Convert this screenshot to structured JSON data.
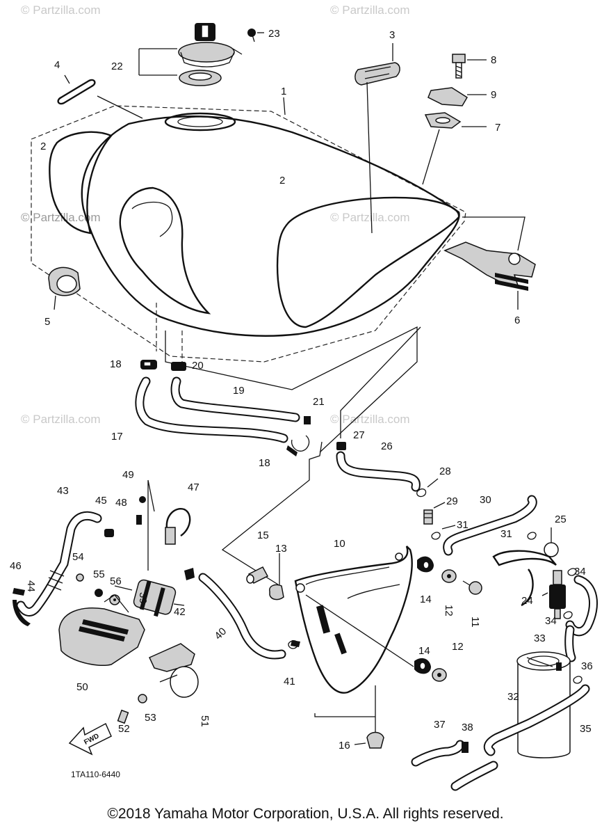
{
  "watermarks": [
    "© Partzilla.com",
    "© Partzilla.com",
    "© Partzilla.com",
    "© Partzilla.com",
    "© Partzilla.com",
    "© Partzilla.com"
  ],
  "diagram_code": "1TA110-6440",
  "fwd_label": "FWD",
  "copyright": "©2018 Yamaha Motor Corporation, U.S.A. All rights reserved.",
  "parts": [
    "1",
    "2",
    "2",
    "3",
    "4",
    "5",
    "6",
    "7",
    "8",
    "9",
    "10",
    "11",
    "12",
    "12",
    "13",
    "14",
    "14",
    "15",
    "16",
    "17",
    "18",
    "18",
    "19",
    "20",
    "21",
    "22",
    "23",
    "24",
    "25",
    "26",
    "27",
    "28",
    "29",
    "30",
    "31",
    "31",
    "32",
    "33",
    "34",
    "34",
    "35",
    "36",
    "37",
    "38",
    "39",
    "40",
    "41",
    "42",
    "43",
    "44",
    "45",
    "46",
    "47",
    "48",
    "49",
    "50",
    "51",
    "52",
    "53",
    "54",
    "55",
    "56"
  ]
}
